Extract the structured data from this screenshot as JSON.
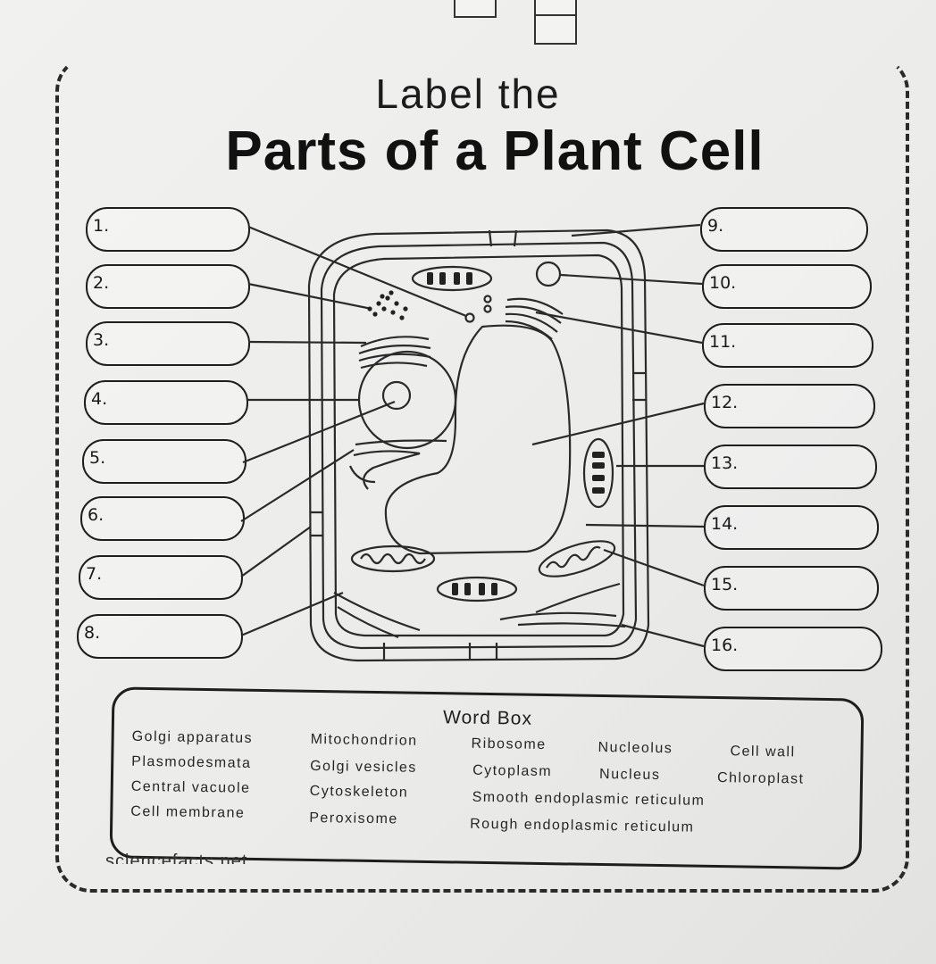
{
  "title": {
    "line1": "Label the",
    "line2": "Parts of a Plant Cell"
  },
  "labels_left": [
    "1.",
    "2.",
    "3.",
    "4.",
    "5.",
    "6.",
    "7.",
    "8."
  ],
  "labels_right": [
    "9.",
    "10.",
    "11.",
    "12.",
    "13.",
    "14.",
    "15.",
    "16."
  ],
  "word_box": {
    "title": "Word Box",
    "words": [
      "Golgi apparatus",
      "Mitochondrion",
      "Ribosome",
      "Nucleolus",
      "Cell wall",
      "Plasmodesmata",
      "Golgi vesicles",
      "Cytoplasm",
      "Nucleus",
      "Chloroplast",
      "Central vacuole",
      "Cytoskeleton",
      "Smooth endoplasmic reticulum",
      "Cell membrane",
      "Peroxisome",
      "Rough endoplasmic reticulum"
    ]
  },
  "footer": "sciencefacts.net",
  "colors": {
    "ink": "#1e1e1e",
    "paper": "#f1f1ef"
  }
}
